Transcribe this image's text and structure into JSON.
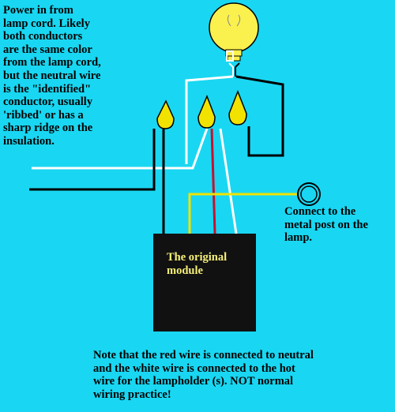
{
  "annotations": {
    "power_in": "Power in from\nlamp cord. Likely\nboth conductors\nare the same color\nfrom the lamp cord,\nbut the neutral wire\nis the \"identified\"\nconductor, usually\n'ribbed' or has a\nsharp ridge on the\ninsulation.",
    "connect_post": "Connect to the\nmetal post on the\nlamp.",
    "note": "Note that the red wire is connected to neutral\nand the white wire is connected to the hot\nwire for the lampholder (s).  NOT normal\nwiring practice!"
  },
  "module": {
    "label": "The original\nmodule"
  },
  "colors": {
    "background": "#19D7F2",
    "bulb": "#FAF04E",
    "wire_nut": "#F2E200",
    "module": "#111111",
    "module_text": "#F7F07A",
    "red_wire": "#C8102E",
    "white_wire": "#FFFFFF",
    "black_wire": "#000000",
    "yellow_wire": "#F2E200"
  }
}
